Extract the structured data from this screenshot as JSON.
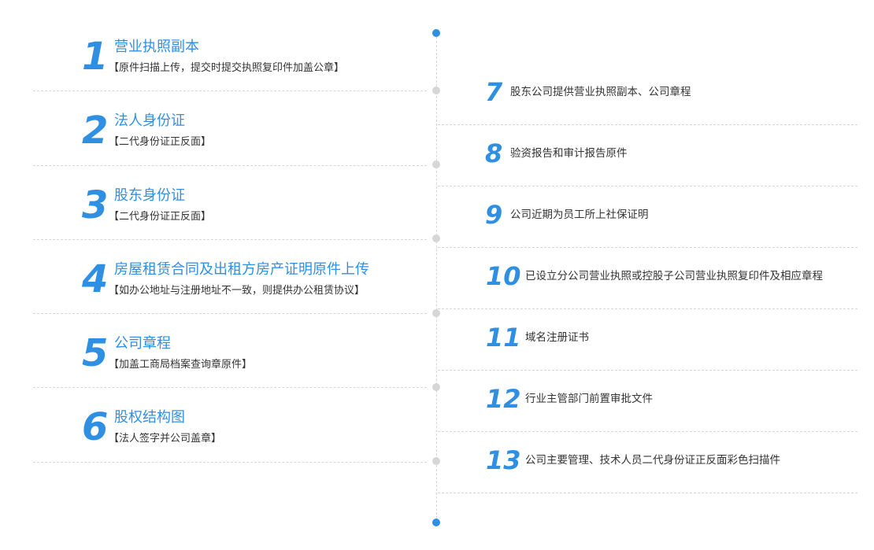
{
  "colors": {
    "accent": "#2f8fe3",
    "dot_gray": "#d6d6d6",
    "text": "#333333"
  },
  "left_items": [
    {
      "number": "1",
      "title": "营业执照副本",
      "note": "【原件扫描上传，提交时提交执照复印件加盖公章】"
    },
    {
      "number": "2",
      "title": "法人身份证",
      "note": "【二代身份证正反面】"
    },
    {
      "number": "3",
      "title": "股东身份证",
      "note": "【二代身份证正反面】"
    },
    {
      "number": "4",
      "title": "房屋租赁合同及出租方房产证明原件上传",
      "note": "【如办公地址与注册地址不一致，则提供办公租赁协议】"
    },
    {
      "number": "5",
      "title": "公司章程",
      "note": "【加盖工商局档案查询章原件】"
    },
    {
      "number": "6",
      "title": "股权结构图",
      "note": "【法人签字并公司盖章】"
    }
  ],
  "right_items": [
    {
      "number": "7",
      "text": "股东公司提供营业执照副本、公司章程"
    },
    {
      "number": "8",
      "text": "验资报告和审计报告原件"
    },
    {
      "number": "9",
      "text": "公司近期为员工所上社保证明"
    },
    {
      "number": "10",
      "text": "已设立分公司营业执照或控股子公司营业执照复印件及相应章程"
    },
    {
      "number": "11",
      "text": "域名注册证书"
    },
    {
      "number": "12",
      "text": "行业主管部门前置审批文件"
    },
    {
      "number": "13",
      "text": "公司主要管理、技术人员二代身份证正反面彩色扫描件"
    }
  ]
}
